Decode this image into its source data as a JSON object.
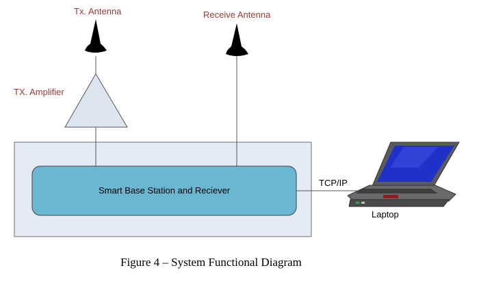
{
  "labels": {
    "tx_antenna": "Tx. Antenna",
    "receive_antenna": "Receive Antenna",
    "tx_amplifier": "TX. Amplifier",
    "base_station": "Smart Base Station and Reciever",
    "link": "TCP/IP",
    "laptop": "Laptop"
  },
  "caption": "Figure 4 – System Functional Diagram",
  "colors": {
    "label_red": "#9b3a36",
    "panel_fill": "#e4ebf4",
    "station_fill": "#6ab7d2",
    "amplifier_fill": "#dde6f0",
    "screen_blue": "#1f31c9",
    "laptop_body": "#5b5b5b"
  }
}
